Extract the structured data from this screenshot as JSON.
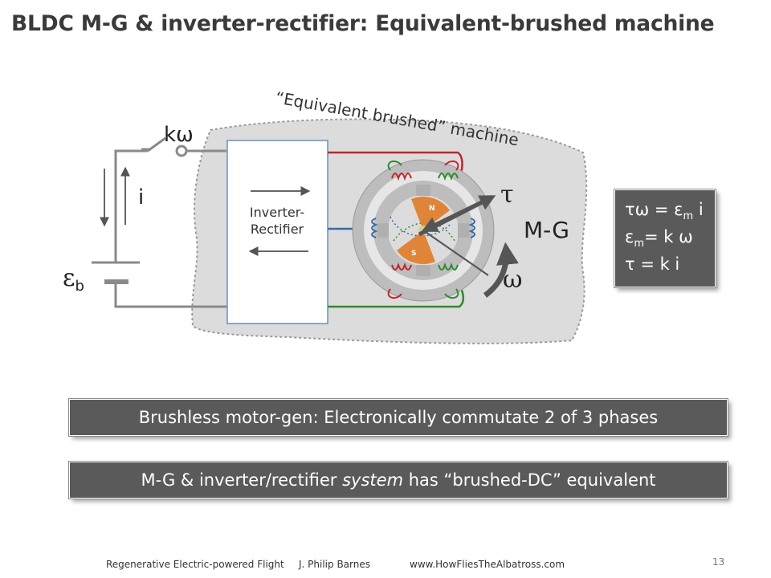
{
  "slide": {
    "title": "BLDC M-G & inverter-rectifier:  Equivalent-brushed machine",
    "page_number": "13"
  },
  "diagram": {
    "region_label": "“Equivalent brushed” machine",
    "switch_label": "kω",
    "current_label": "i",
    "battery_label": "ε",
    "battery_subscript": "b",
    "inverter_label_line1": "Inverter-",
    "inverter_label_line2": "Rectifier",
    "torque_label": "τ",
    "speed_label": "ω",
    "machine_label": "M-G",
    "rotor_north": "N",
    "rotor_south": "S",
    "colors": {
      "red_phase": "#c0262b",
      "blue_phase": "#3a6aa8",
      "green_phase": "#2e8b2e",
      "rotor": "#e0843a"
    }
  },
  "equations": {
    "line1_prefix": "τω  = ε",
    "line1_sub": "m",
    "line1_suffix": " i",
    "line2_prefix": "ε",
    "line2_sub": "m",
    "line2_suffix": "= k  ω",
    "line3": "τ  = k i"
  },
  "banners": {
    "brushless": "Brushless motor-gen: Electronically commutate 2 of 3 phases",
    "system_prefix": "M-G & inverter/rectifier ",
    "system_italic": "system",
    "system_suffix": " has “brushed-DC” equivalent"
  },
  "footer": {
    "course": "Regenerative Electric-powered Flight",
    "author": "J. Philip Barnes",
    "website": "www.HowFliesTheAlbatross.com"
  }
}
